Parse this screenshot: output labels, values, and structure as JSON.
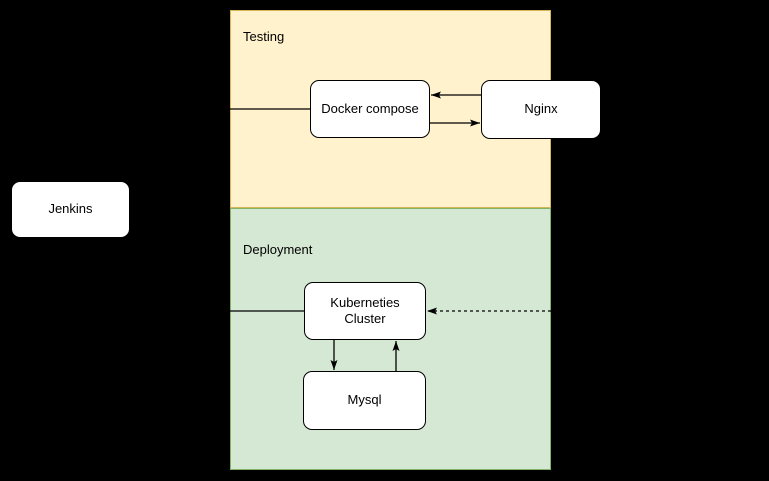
{
  "diagram": {
    "background": "#000000",
    "regions": {
      "testing": {
        "label": "Testing",
        "fill": "#fff2cc",
        "border": "#d6b656"
      },
      "deployment": {
        "label": "Deployment",
        "fill": "#d5e8d4",
        "border": "#82b366"
      }
    },
    "nodes": {
      "jenkins": {
        "label": "Jenkins"
      },
      "docker_compose": {
        "label": "Docker compose"
      },
      "nginx": {
        "label": "Nginx"
      },
      "kuberneties_cluster": {
        "label": "Kuberneties Cluster",
        "line1": "Kuberneties",
        "line2": "Cluster"
      },
      "mysql": {
        "label": "Mysql"
      }
    },
    "node_style": {
      "fill": "#ffffff",
      "border": "#000000",
      "text": "#000000"
    },
    "connector_color": "#000000",
    "connectors": [
      {
        "from": "Jenkins",
        "to": "Docker compose",
        "style": "solid",
        "arrow": "none"
      },
      {
        "from": "Nginx",
        "to": "Docker compose",
        "style": "solid",
        "arrow": "end"
      },
      {
        "from": "Docker compose",
        "to": "Nginx",
        "style": "solid",
        "arrow": "end"
      },
      {
        "from": "Jenkins",
        "to": "Kuberneties Cluster",
        "style": "solid",
        "arrow": "none"
      },
      {
        "from": "(right edge)",
        "to": "Kuberneties Cluster",
        "style": "dashed",
        "arrow": "end"
      },
      {
        "from": "Kuberneties Cluster",
        "to": "Mysql",
        "style": "solid",
        "arrow": "end"
      },
      {
        "from": "Mysql",
        "to": "Kuberneties Cluster",
        "style": "solid",
        "arrow": "end"
      }
    ]
  }
}
